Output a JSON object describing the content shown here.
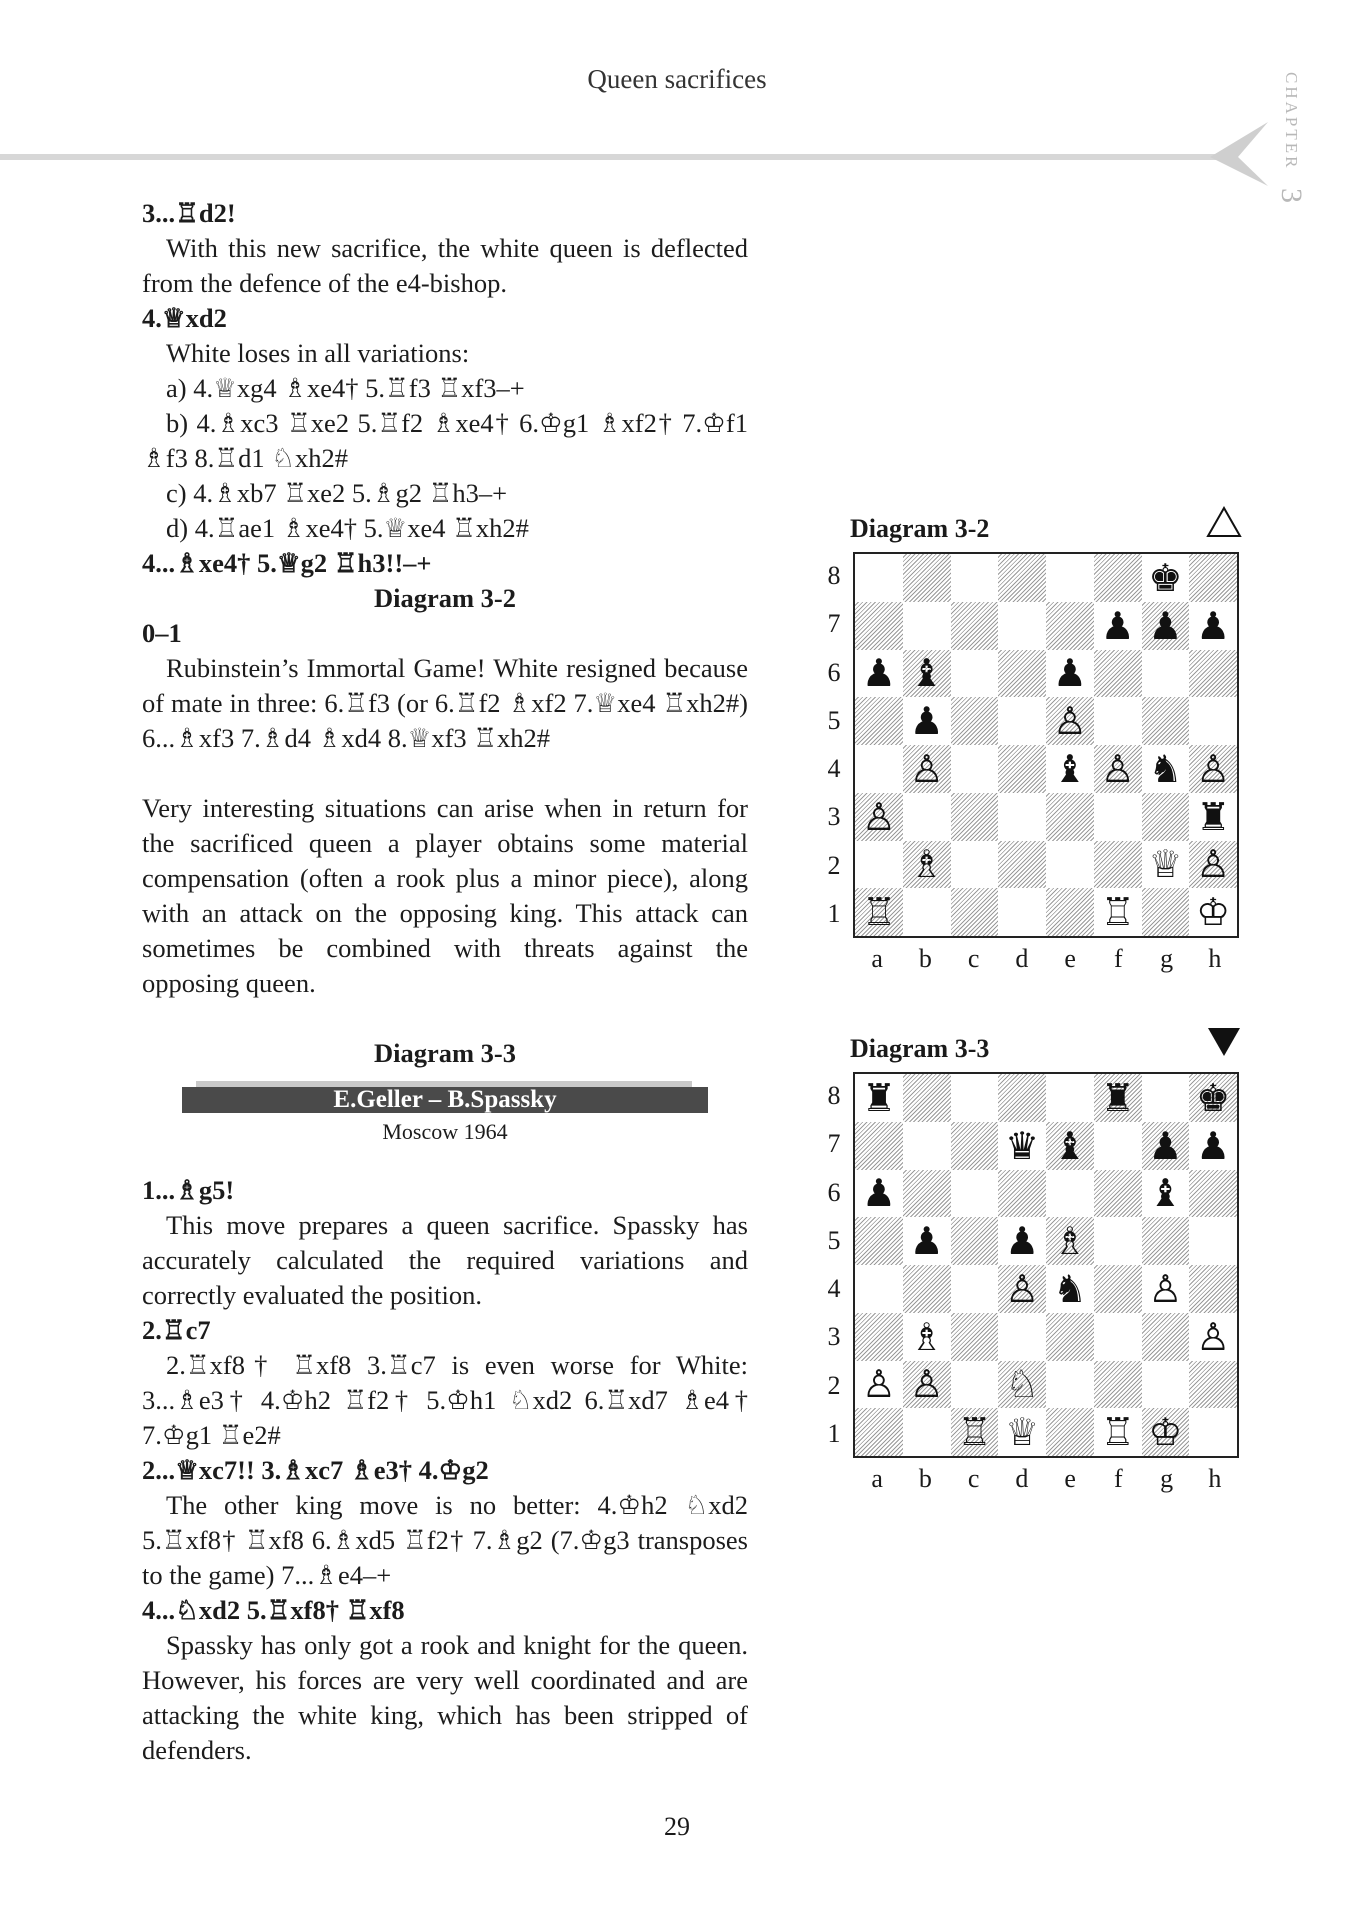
{
  "header": {
    "title": "Queen sacrifices"
  },
  "chapter_tab": {
    "label": "CHAPTER",
    "number": "3"
  },
  "left_column": {
    "block1": [
      {
        "cls": "move",
        "text": "3...♖d2!"
      },
      {
        "cls": "ind",
        "text": "With this new sacrifice, the white queen is deflected from the defence of the e4-bishop."
      },
      {
        "cls": "move",
        "text": "4.♕xd2"
      },
      {
        "cls": "ind",
        "text": "White loses in all variations:"
      },
      {
        "cls": "ind",
        "text": "a) 4.♕xg4 ♗xe4† 5.♖f3 ♖xf3–+"
      },
      {
        "cls": "ind",
        "text": "b) 4.♗xc3 ♖xe2 5.♖f2 ♗xe4† 6.♔g1 ♗xf2† 7.♔f1 ♗f3 8.♖d1 ♘xh2#"
      },
      {
        "cls": "ind",
        "text": "c) 4.♗xb7 ♖xe2 5.♗g2 ♖h3–+"
      },
      {
        "cls": "ind",
        "text": "d) 4.♖ae1 ♗xe4† 5.♕xe4 ♖xh2#"
      },
      {
        "cls": "move",
        "text": "4...♗xe4† 5.♕g2 ♖h3!!–+"
      },
      {
        "cls": "center-bold",
        "text": "Diagram 3-2"
      },
      {
        "cls": "move",
        "text": "0–1"
      },
      {
        "cls": "ind",
        "text": "Rubinstein’s Immortal Game! White resigned because of mate in three: 6.♖f3 (or 6.♖f2 ♗xf2 7.♕xe4 ♖xh2#) 6...♗xf3 7.♗d4 ♗xd4 8.♕xf3 ♖xh2#"
      },
      {
        "cls": "gap",
        "text": ""
      },
      {
        "cls": "just",
        "text": "Very interesting situations can arise when in return for the sacrificed queen a player obtains some material compensation (often a rook plus a minor piece), along with an attack on the opposing king. This attack can sometimes be combined with threats against the opposing queen."
      },
      {
        "cls": "gap",
        "text": ""
      },
      {
        "cls": "center-bold",
        "text": "Diagram 3-3"
      }
    ],
    "game": {
      "players": "E.Geller – B.Spassky",
      "place": "Moscow 1964"
    },
    "block2": [
      {
        "cls": "move",
        "text": "1...♗g5!"
      },
      {
        "cls": "ind",
        "text": "This move prepares a queen sacrifice. Spassky has accurately calculated the required variations and correctly evaluated the position."
      },
      {
        "cls": "move",
        "text": "2.♖c7"
      },
      {
        "cls": "ind",
        "text": "2.♖xf8† ♖xf8 3.♖c7 is even worse for White: 3...♗e3† 4.♔h2 ♖f2† 5.♔h1 ♘xd2 6.♖xd7 ♗e4† 7.♔g1 ♖e2#"
      },
      {
        "cls": "move",
        "text": "2...♕xc7!! 3.♗xc7 ♗e3† 4.♔g2"
      },
      {
        "cls": "ind",
        "text": "The other king move is no better: 4.♔h2 ♘xd2 5.♖xf8† ♖xf8 6.♗xd5 ♖f2† 7.♗g2 (7.♔g3 transposes to the game) 7...♗e4–+"
      },
      {
        "cls": "move",
        "text": "4...♘xd2 5.♖xf8† ♖xf8"
      },
      {
        "cls": "ind",
        "text": "Spassky has only got a rook and knight for the queen. However, his forces are very well coordinated and are attacking the white king, which has been stripped of defenders."
      }
    ]
  },
  "diagrams": [
    {
      "id": "d32",
      "title": "Diagram 3-2",
      "to_move": "white-to-move-icon",
      "rows": [
        "......k.",
        ".....ppp",
        "pb..p...",
        ".p..P...",
        ".P..bPnP",
        "P......r",
        ".B....QP",
        "R....R.K"
      ]
    },
    {
      "id": "d33",
      "title": "Diagram 3-3",
      "to_move": "black-to-move-icon",
      "rows": [
        "r....r.k",
        "...qb.pp",
        "p.....b.",
        ".p.pB...",
        "...Pn.P.",
        ".B.....P",
        "PP.N....",
        "..RQ.RK."
      ]
    }
  ],
  "ranks": [
    "8",
    "7",
    "6",
    "5",
    "4",
    "3",
    "2",
    "1"
  ],
  "files": [
    "a",
    "b",
    "c",
    "d",
    "e",
    "f",
    "g",
    "h"
  ],
  "page_number": "29"
}
